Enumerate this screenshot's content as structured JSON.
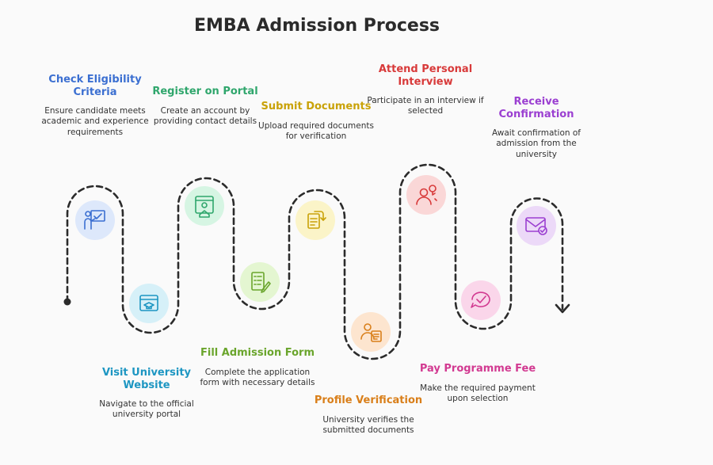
{
  "title": "EMBA Admission Process",
  "steps": [
    {
      "title": "Check Eligibility Criteria",
      "desc": "Ensure candidate meets academic and experience requirements",
      "color": "#3b6fd1",
      "bg": "#dde8fb",
      "icon": "teacher-board-icon"
    },
    {
      "title": "Visit University Website",
      "desc": "Navigate to the official university portal",
      "color": "#1d96c2",
      "bg": "#d6f0f8",
      "icon": "browser-graduation-icon"
    },
    {
      "title": "Register on Portal",
      "desc": "Create an account by providing contact details",
      "color": "#2fa66c",
      "bg": "#d6f5e3",
      "icon": "window-home-icon"
    },
    {
      "title": "Fill Admission Form",
      "desc": "Complete the application form with necessary details",
      "color": "#6aa52c",
      "bg": "#e4f6d1",
      "icon": "form-pen-icon"
    },
    {
      "title": "Submit Documents",
      "desc": "Upload required documents for verification",
      "color": "#c9a208",
      "bg": "#fbf4c8",
      "icon": "document-submit-icon"
    },
    {
      "title": "Profile Verification",
      "desc": "University verifies the submitted documents",
      "color": "#d97f1a",
      "bg": "#fde5cf",
      "icon": "profile-check-icon"
    },
    {
      "title": "Attend Personal Interview",
      "desc": "Participate in an interview if selected",
      "color": "#d83a3a",
      "bg": "#fad7d7",
      "icon": "interview-icon"
    },
    {
      "title": "Pay Programme Fee",
      "desc": "Make the required payment upon selection",
      "color": "#d23a91",
      "bg": "#fad6ea",
      "icon": "payment-check-icon"
    },
    {
      "title": "Receive Confirmation",
      "desc": "Await confirmation of admission from the university",
      "color": "#9b3fd1",
      "bg": "#ecd9f8",
      "icon": "envelope-check-icon"
    }
  ]
}
